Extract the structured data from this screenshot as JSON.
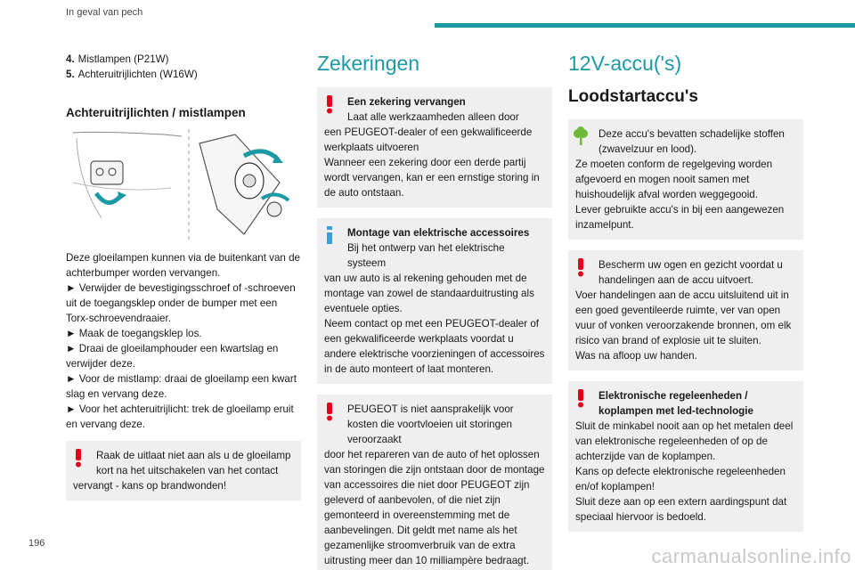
{
  "header": {
    "title": "In geval van pech"
  },
  "page_number": "196",
  "watermark": "carmanualsonline.info",
  "col1": {
    "list": [
      {
        "num": "4.",
        "text": "Mistlampen (P21W)"
      },
      {
        "num": "5.",
        "text": "Achteruitrijlichten (W16W)"
      }
    ],
    "heading": "Achteruitrijlichten / mistlampen",
    "intro": "Deze gloeilampen kunnen via de buitenkant van de achterbumper worden vervangen.",
    "steps": [
      "► Verwijder de bevestigingsschroef of -schroeven uit de toegangsklep onder de bumper met een Torx-schroevendraaier.",
      "► Maak de toegangsklep los.",
      "► Draai de gloeilamphouder een kwartslag en verwijder deze.",
      "► Voor de mistlamp: draai de gloeilamp een kwart slag en vervang deze.",
      "► Voor het achteruitrijlicht: trek de gloeilamp eruit en vervang deze."
    ],
    "warning": {
      "lead": "Raak de uitlaat niet aan als u de gloeilamp kort na het uitschakelen van het contact",
      "body": "vervangt - kans op brandwonden!"
    }
  },
  "col2": {
    "heading": "Zekeringen",
    "note1": {
      "title": "Een zekering vervangen",
      "lead": "Laat alle werkzaamheden alleen door",
      "body": "een PEUGEOT-dealer of een gekwalificeerde werkplaats uitvoeren\nWanneer een zekering door een derde partij wordt vervangen, kan er een ernstige storing in de auto ontstaan."
    },
    "note2": {
      "title": "Montage van elektrische accessoires",
      "lead": "Bij het ontwerp van het elektrische systeem",
      "body": "van uw auto is al rekening gehouden met de montage van zowel de standaarduitrusting als eventuele opties.\nNeem contact op met een PEUGEOT-dealer of een gekwalificeerde werkplaats voordat u andere elektrische voorzieningen of accessoires in de auto monteert of laat monteren."
    },
    "note3": {
      "lead": "PEUGEOT is niet aansprakelijk voor kosten die voortvloeien uit storingen veroorzaakt",
      "body": "door het repareren van de auto of het oplossen van storingen die zijn ontstaan door de montage van accessoires die niet door PEUGEOT zijn geleverd of aanbevolen, of die niet zijn gemonteerd in overeenstemming met de aanbevelingen. Dit geldt met name als het gezamenlijke stroomverbruik van de extra uitrusting meer dan 10 milliampère bedraagt."
    }
  },
  "col3": {
    "heading": "12V-accu('s)",
    "subheading": "Loodstartaccu's",
    "note1": {
      "lead": "Deze accu's bevatten schadelijke stoffen (zwavelzuur en lood).",
      "body": "Ze moeten conform de regelgeving worden afgevoerd en mogen nooit samen met huishoudelijk afval worden weggegooid.\nLever gebruikte accu's in bij een aangewezen inzamelpunt."
    },
    "note2": {
      "lead": "Bescherm uw ogen en gezicht voordat u handelingen aan de accu uitvoert.",
      "body": "Voer handelingen aan de accu uitsluitend uit in een goed geventileerde ruimte, ver van open vuur of vonken veroorzakende bronnen, om elk risico van brand of explosie uit te sluiten.\nWas na afloop uw handen."
    },
    "note3": {
      "title": "Elektronische regeleenheden / koplampen met led-technologie",
      "body": "Sluit de minkabel nooit aan op het metalen deel van elektronische regeleenheden of op de achterzijde van de koplampen.\nKans op defecte elektronische regeleenheden en/of koplampen!\nSluit deze aan op een extern aardingspunt dat speciaal hiervoor is bedoeld."
    }
  },
  "colors": {
    "accent": "#1b9aa6",
    "warning": "#e3001b",
    "info": "#3aa0d8",
    "eco": "#6fb83a",
    "note_bg": "#efefef"
  }
}
